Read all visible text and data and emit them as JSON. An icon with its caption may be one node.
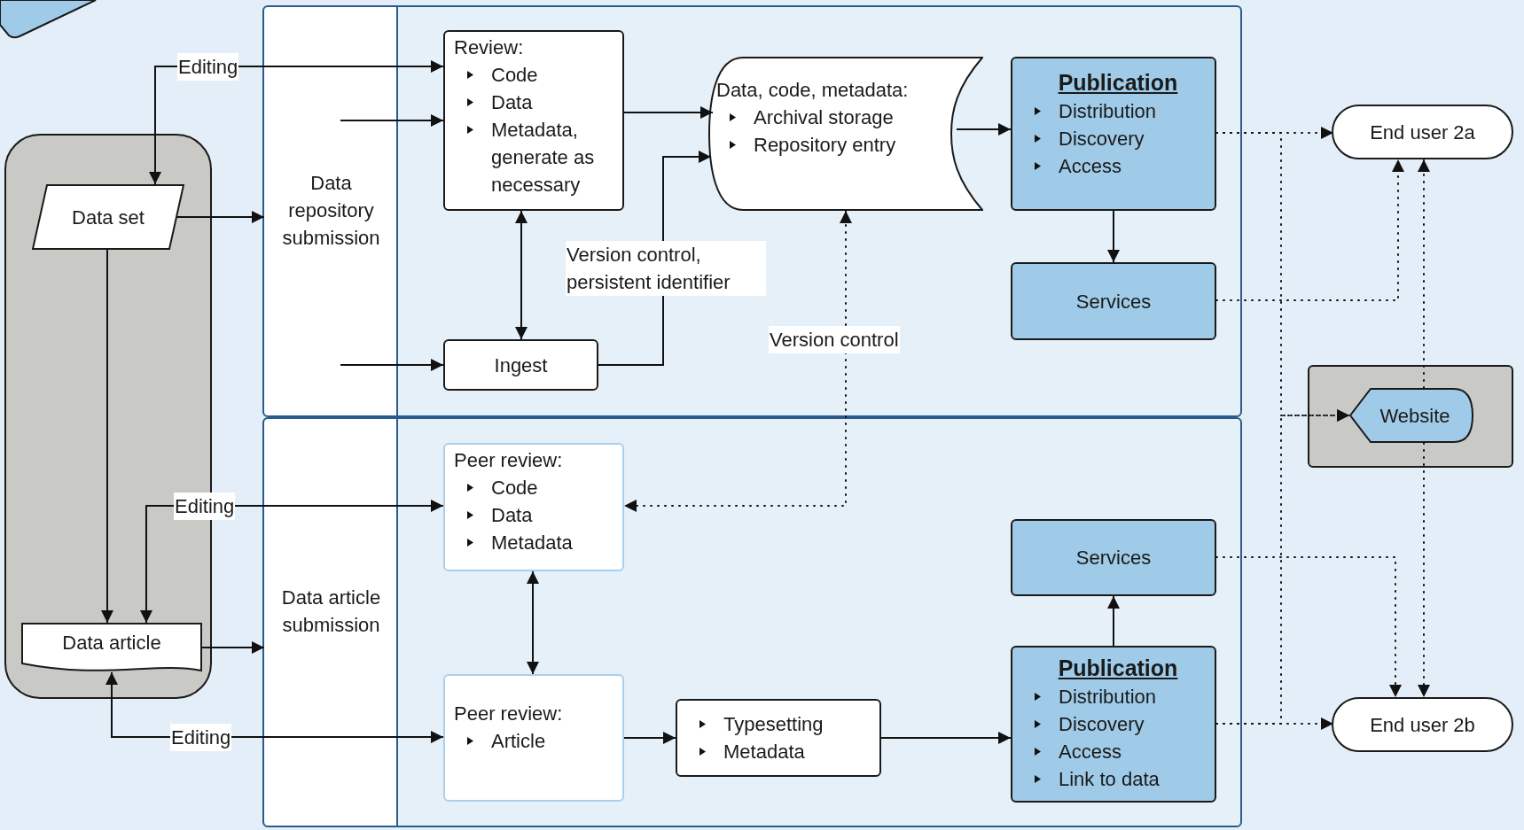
{
  "diagram": {
    "nodes": [
      {
        "text": [],
        "shape": "box"
      },
      {
        "text": [],
        "shape": "box"
      },
      {
        "text": [
          "Data set"
        ],
        "in": 1
      },
      {
        "text": [
          "Data article"
        ],
        "in": 1
      },
      {
        "text": [],
        "shape": "box"
      },
      {
        "text": [
          "Data repository submission"
        ],
        "in": 4
      },
      {
        "text": [
          "Review:",
          "Code",
          "Data",
          "Metadata, generate as necessary"
        ],
        "in": 4
      },
      {
        "text": [
          "Ingest"
        ],
        "in": 4
      },
      {
        "text": [
          "Data, code, metadata:",
          "Archival storage",
          "Repository entry"
        ],
        "in": 4
      },
      {
        "text": [
          "Publication",
          "Distribution",
          "Discovery",
          "Access"
        ],
        "in": 4
      },
      {
        "text": [
          "Services"
        ],
        "in": 4
      },
      {
        "text": [],
        "shape": "box"
      },
      {
        "text": [
          "Data article submission"
        ],
        "in": 11
      },
      {
        "text": [
          "Peer review:",
          "Code",
          "Data",
          "Metadata"
        ],
        "in": 11
      },
      {
        "text": [
          "Peer review:",
          "Article"
        ],
        "in": 11
      },
      {
        "text": [
          "Typesetting",
          "Metadata"
        ],
        "in": 11
      },
      {
        "text": [
          "Services"
        ],
        "in": 11
      },
      {
        "text": [
          "Publication",
          "Distribution",
          "Discovery",
          "Access",
          "Link to data"
        ],
        "in": 11
      },
      {
        "text": [
          "End user 2a"
        ]
      },
      {
        "text": [],
        "shape": "box"
      },
      {
        "text": [
          "Website"
        ],
        "in": 19
      },
      {
        "text": [
          "End user 2b"
        ]
      }
    ],
    "edges": [
      {
        "from": 2,
        "to": 6,
        "arrow": "both",
        "label": "Editing"
      },
      {
        "from": null,
        "to": 6,
        "arrow": "to"
      },
      {
        "from": 2,
        "to": 5,
        "arrow": "to"
      },
      {
        "from": 6,
        "to": 7,
        "arrow": "both"
      },
      {
        "from": null,
        "to": 7,
        "arrow": "to"
      },
      {
        "from": 6,
        "to": 8,
        "arrow": "to"
      },
      {
        "from": 7,
        "to": 8,
        "arrow": "to",
        "label": "Version control, persistent identifier"
      },
      {
        "from": 8,
        "to": 9,
        "arrow": "to"
      },
      {
        "from": 9,
        "to": 10,
        "arrow": "to"
      },
      {
        "from": 9,
        "to": 18,
        "arrow": "to",
        "style": "dashed"
      },
      {
        "from": 10,
        "to": 18,
        "arrow": "to",
        "style": "dashed"
      },
      {
        "from": 8,
        "to": 13,
        "arrow": "both",
        "style": "dashed",
        "label": "Version control"
      },
      {
        "from": 2,
        "to": 3,
        "arrow": "to"
      },
      {
        "from": 3,
        "to": 13,
        "arrow": "both",
        "label": "Editing"
      },
      {
        "from": 3,
        "to": 14,
        "arrow": "both",
        "label": "Editing"
      },
      {
        "from": 3,
        "to": 12,
        "arrow": "to"
      },
      {
        "from": 13,
        "to": 14,
        "arrow": "both"
      },
      {
        "from": 14,
        "to": 15,
        "arrow": "to"
      },
      {
        "from": 15,
        "to": 17,
        "arrow": "to"
      },
      {
        "from": 17,
        "to": 16,
        "arrow": "to"
      },
      {
        "from": 16,
        "to": 21,
        "arrow": "to",
        "style": "dashed"
      },
      {
        "from": 17,
        "to": 21,
        "arrow": "to",
        "style": "dashed"
      },
      {
        "from": 9,
        "to": 20,
        "arrow": "to",
        "style": "dashed"
      },
      {
        "from": 17,
        "to": 20,
        "arrow": "to",
        "style": "dashed"
      },
      {
        "from": 20,
        "to": 18,
        "arrow": "to",
        "style": "dashed"
      },
      {
        "from": 20,
        "to": 21,
        "arrow": "to",
        "style": "dashed"
      }
    ]
  }
}
